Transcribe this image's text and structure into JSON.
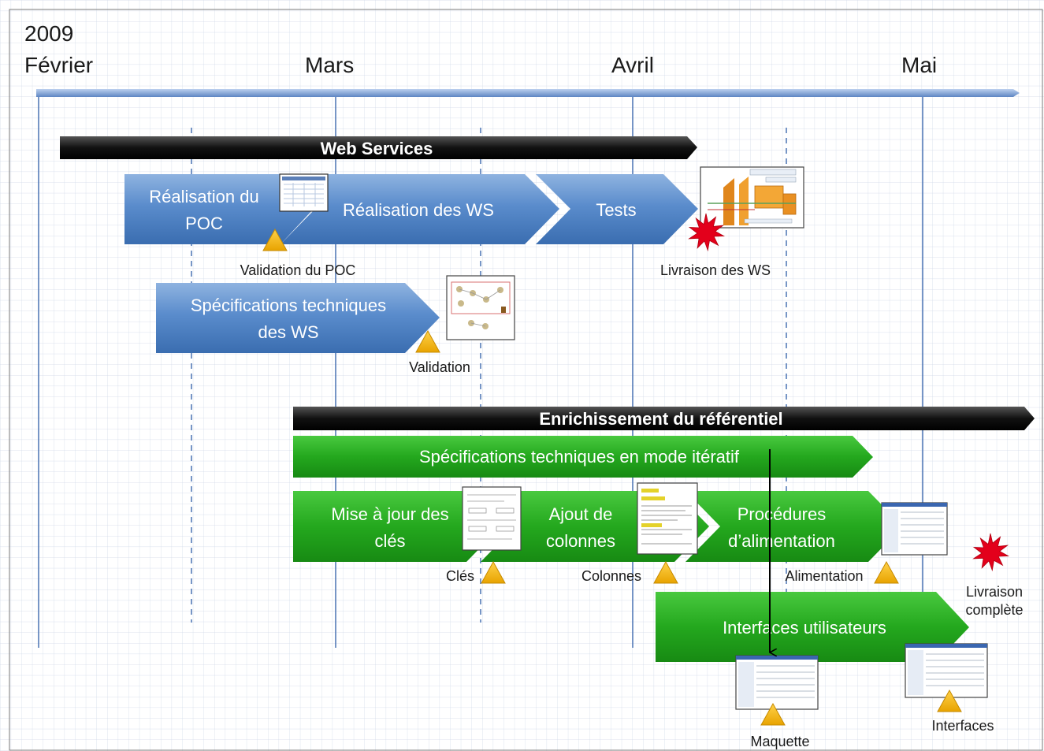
{
  "timeline": {
    "year": "2009",
    "months": [
      "Février",
      "Mars",
      "Avril",
      "Mai"
    ]
  },
  "web_services": {
    "header": "Web Services",
    "steps": [
      {
        "line1": "Réalisation du",
        "line2": "POC"
      },
      {
        "line1": "Réalisation des WS",
        "line2": ""
      },
      {
        "line1": "Tests",
        "line2": ""
      }
    ],
    "specs": {
      "line1": "Spécifications techniques",
      "line2": "des WS"
    },
    "milestones": [
      {
        "label": "Validation du POC",
        "kind": "triangle"
      },
      {
        "label": "Livraison des WS",
        "kind": "star"
      },
      {
        "label": "Validation",
        "kind": "triangle"
      }
    ]
  },
  "referentiel": {
    "header": "Enrichissement  du référentiel",
    "iterative": "Spécifications techniques  en mode itératif",
    "steps": [
      {
        "line1": "Mise à jour des",
        "line2": "clés"
      },
      {
        "line1": "Ajout de",
        "line2": "colonnes"
      },
      {
        "line1": "Procédures",
        "line2": "d’alimentation"
      }
    ],
    "interfaces": "Interfaces utilisateurs",
    "milestones": [
      {
        "label": "Clés",
        "kind": "triangle"
      },
      {
        "label": "Colonnes",
        "kind": "triangle"
      },
      {
        "label": "Alimentation",
        "kind": "triangle"
      },
      {
        "label": "Livraison",
        "label2": "complète",
        "kind": "star"
      },
      {
        "label": "Maquette",
        "kind": "triangle"
      },
      {
        "label": "Interfaces",
        "kind": "triangle"
      }
    ]
  },
  "colors": {
    "blue": "#4f81bd",
    "green": "#22a51c",
    "black_bar": "#111111",
    "milestone": "#f2b300",
    "star": "#e3001b",
    "axis": "#4a73b3"
  }
}
